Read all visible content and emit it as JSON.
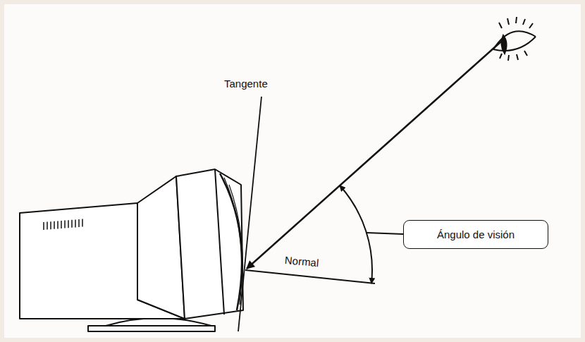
{
  "diagram": {
    "nodes": [
      {
        "text": [
          "Ángulo de visión"
        ]
      }
    ],
    "labels": [
      "Tangente",
      "Normal"
    ]
  }
}
